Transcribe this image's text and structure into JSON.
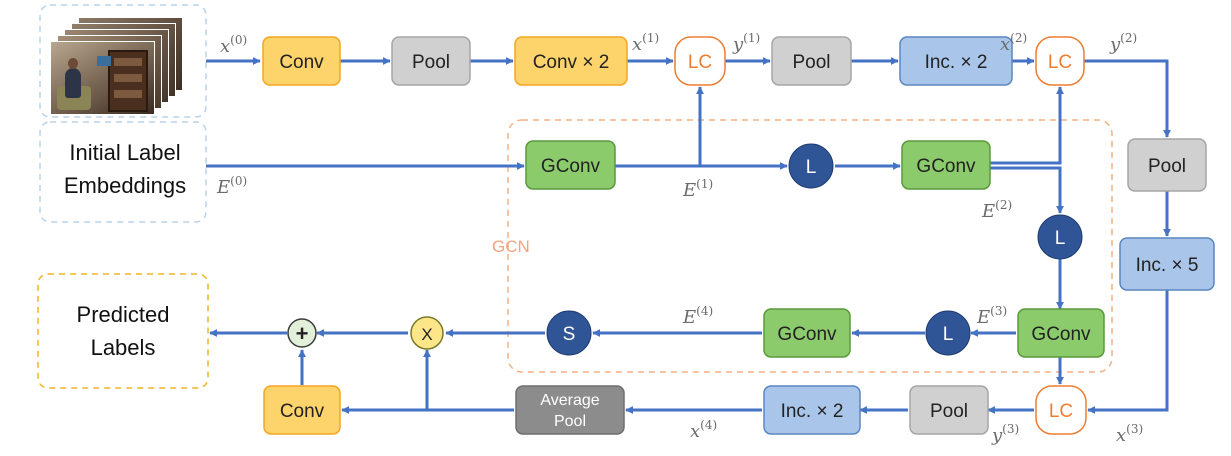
{
  "input_image": {
    "icon": "video-frames-stack-icon"
  },
  "initial_label": {
    "line1": "Initial Label",
    "line2": "Embeddings"
  },
  "predicted": {
    "line1": "Predicted",
    "line2": "Labels"
  },
  "gcn_label": "GCN",
  "top_row": {
    "conv": "Conv",
    "pool1": "Pool",
    "conv2": "Conv × 2",
    "lc1": "LC",
    "pool2": "Pool",
    "inc2": "Inc. × 2",
    "lc2": "LC"
  },
  "right_col": {
    "pool": "Pool",
    "inc5": "Inc. × 5"
  },
  "gcn_row": {
    "gconv1": "GConv",
    "l1": "L",
    "gconv2": "GConv",
    "l2": "L"
  },
  "middle_row": {
    "s": "S",
    "gconv4": "GConv",
    "l3": "L",
    "gconv3": "GConv"
  },
  "bottom_row": {
    "plus": "+",
    "times": "X",
    "conv": "Conv",
    "avgpool_line1": "Average",
    "avgpool_line2": "Pool",
    "inc2": "Inc. × 2",
    "pool": "Pool",
    "lc3": "LC"
  },
  "math": {
    "x0": {
      "base": "x",
      "sup": "(0)"
    },
    "x1": {
      "base": "x",
      "sup": "(1)"
    },
    "y1": {
      "base": "y",
      "sup": "(1)"
    },
    "x2": {
      "base": "x",
      "sup": "(2)"
    },
    "y2": {
      "base": "y",
      "sup": "(2)"
    },
    "E0": {
      "base": "E",
      "sup": "(0)"
    },
    "E1": {
      "base": "E",
      "sup": "(1)"
    },
    "E2": {
      "base": "E",
      "sup": "(2)"
    },
    "E3": {
      "base": "E",
      "sup": "(3)"
    },
    "E4": {
      "base": "E",
      "sup": "(4)"
    },
    "x3": {
      "base": "x",
      "sup": "(3)"
    },
    "y3": {
      "base": "y",
      "sup": "(3)"
    },
    "x4": {
      "base": "x",
      "sup": "(4)"
    }
  },
  "colors": {
    "arrow": "#4472c4",
    "orange_fill": "#fdd36b",
    "orange_stroke": "#f4a623",
    "gray_fill": "#d0d0d0",
    "gray_stroke": "#a6a6a6",
    "blue_fill": "#a9c6ea",
    "blue_stroke": "#5b86c0",
    "green_fill": "#8ccb6c",
    "green_stroke": "#5a9a3c",
    "navy_fill": "#2f5597",
    "lc_stroke": "#ed7d31",
    "dashed_gcn": "#f4b183",
    "dashed_input": "#b8d3ea",
    "dashed_output": "#f0b429",
    "math_text": "#6b6b6b",
    "avg_fill": "#8c8c8c"
  }
}
